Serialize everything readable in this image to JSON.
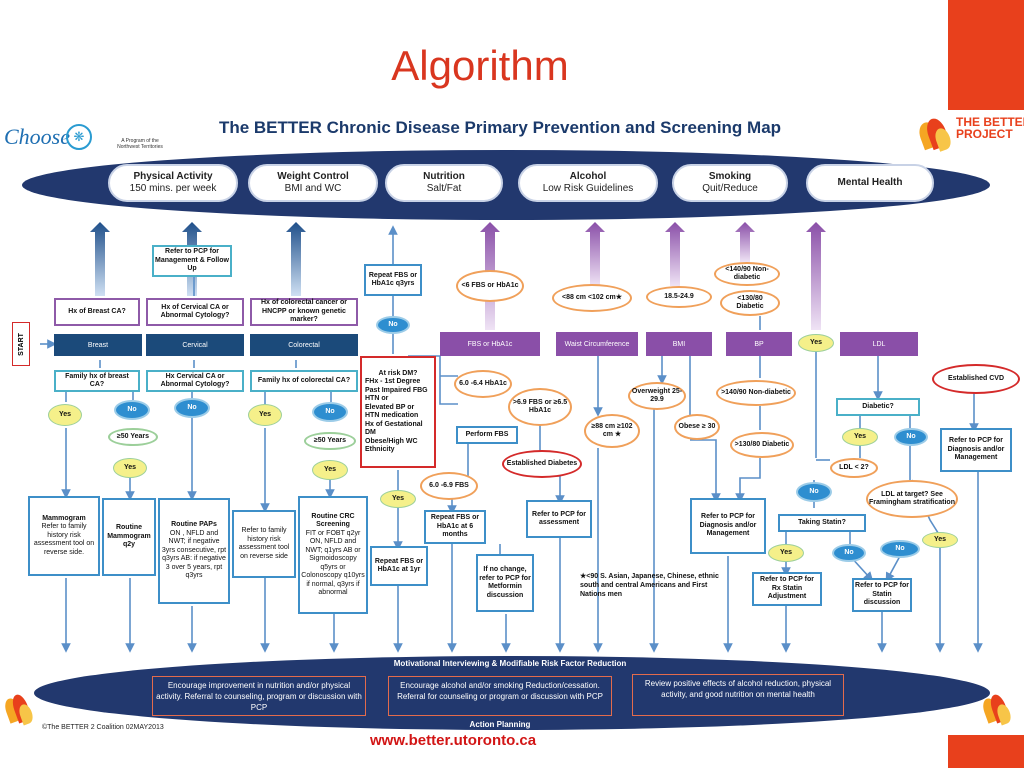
{
  "slide": {
    "title": "Algorithm",
    "url": "www.better.utoronto.ca"
  },
  "header": {
    "map_title": "The BETTER Chronic Disease Primary Prevention and Screening Map",
    "choose_logo": "Choose",
    "nwt_logo": "A Program of the Northwest Territories",
    "better_logo": "THE BETTER PROJECT",
    "better_colors": [
      "#e8401c",
      "#f5a623",
      "#f7c548"
    ]
  },
  "pills": [
    {
      "title": "Physical Activity",
      "sub": "150 mins. per week"
    },
    {
      "title": "Weight Control",
      "sub": "BMI and WC"
    },
    {
      "title": "Nutrition",
      "sub": "Salt/Fat"
    },
    {
      "title": "Alcohol",
      "sub": "Low Risk Guidelines"
    },
    {
      "title": "Smoking",
      "sub": "Quit/Reduce"
    },
    {
      "title": "Mental Health",
      "sub": ""
    }
  ],
  "start": "START",
  "categories": {
    "breast": "Breast",
    "cervical": "Cervical",
    "colorectal": "Colorectal",
    "fbs": "FBS or HbA1c",
    "waist": "Waist Circumference",
    "bmi": "BMI",
    "bp": "BP",
    "ldl": "LDL"
  },
  "cancer": {
    "refer_pcp_top": "Refer to PCP for Management & Follow Up",
    "hx_breast": "Hx of Breast CA?",
    "hx_cervical": "Hx of Cervical CA or Abnormal Cytology?",
    "hx_colorectal": "Hx of colorectal cancer or HNCPP or known genetic marker?",
    "fam_breast": "Family hx of breast CA?",
    "hx_cervical2": "Hx Cervical CA or Abnormal Cytology?",
    "fam_colorectal": "Family hx of colorectal CA?",
    "yes": "Yes",
    "no": "No",
    "age50_a": "≥50 Years",
    "age50_b": "≥50 Years",
    "mammogram": "Mammogram",
    "mammogram_sub": "Refer to family history risk assessment tool on reverse side.",
    "routine_mammo": "Routine Mammogram q2y",
    "paps_title": "Routine PAPs",
    "paps_text": "ON , NFLD and NWT; if negative 3yrs consecutive, rpt q3yrs AB: if negative 3 over 5 years, rpt q3yrs",
    "refer_family": "Refer to family history risk assessment tool on reverse side",
    "crc_title": "Routine CRC Screening",
    "crc_text": "FIT or FOBT q2yr ON, NFLD and NWT; q1yrs AB or Sigmoidoscopy q5yrs or Colonoscopy q10yrs if normal, q3yrs if abnormal"
  },
  "diabetes": {
    "repeat_fbs_top": "Repeat FBS or HbA1c q3yrs",
    "no": "No",
    "yes": "Yes",
    "at_risk_title": "At risk DM?",
    "at_risk_lines": [
      "FHx - 1st Degree",
      "Past Impaired FBG",
      "HTN or",
      "Elevated BP or",
      "HTN medication",
      "Hx of Gestational DM",
      "Obese/High WC",
      "Ethnicity"
    ],
    "lt6": "<6 FBS or HbA1c",
    "r60_64": "6.0 -6.4 HbA1c",
    "gt69": ">6.9 FBS or ≥6.5 HbA1c",
    "perform_fbs": "Perform FBS",
    "established_diabetes": "Established Diabetes",
    "r60_69": "6.0 -6.9 FBS",
    "repeat_6mo": "Repeat FBS or HbA1c at 6 months",
    "refer_assess": "Refer to PCP for assessment",
    "repeat_1yr": "Repeat FBS or HbA1c at 1yr",
    "no_change": "If no change, refer to PCP for Metformin discussion"
  },
  "waist": {
    "lt88": "<88 cm <102 cm★",
    "ge88": "≥88 cm ≥102 cm ★",
    "footnote": "★<90 S. Asian, Japanese, Chinese, ethnic south and central Americans and First Nations men"
  },
  "bmi": {
    "normal": "18.5-24.9",
    "overweight": "Overweight 25-29.9",
    "obese": "Obese ≥ 30"
  },
  "bp": {
    "nondiab_lt": "<140/90 Non-diabetic",
    "diab_lt": "<130/80 Diabetic",
    "nondiab_gt": ">140/90 Non-diabetic",
    "diab_gt": ">130/80 Diabetic",
    "refer_dx": "Refer to PCP for Diagnosis and/or Management"
  },
  "ldl": {
    "yes": "Yes",
    "no": "No",
    "established_cvd": "Established CVD",
    "diabetic": "Diabetic?",
    "ldl_lt2": "LDL < 2?",
    "ldl_target": "LDL at target? See Framingham stratification",
    "taking_statin": "Taking Statin?",
    "refer_rx": "Refer to PCP for Rx Statin Adjustment",
    "refer_statin": "Refer to PCP for Statin discussion",
    "refer_dx": "Refer to PCP for Diagnosis and/or Management"
  },
  "bottom": {
    "mi": "Motivational Interviewing & Modifiable Risk Factor Reduction",
    "box1": "Encourage improvement in nutrition and/or physical activity. Referral to counseling, program or discussion with PCP",
    "box2": "Encourage alcohol and/or smoking Reduction/cessation. Referral for counseling or program or discussion with PCP",
    "box3": "Review positive effects of alcohol reduction, physical activity, and good nutrition on mental health",
    "action": "Action Planning",
    "copyright": "©The BETTER 2 Coalition 02MAY2013"
  }
}
